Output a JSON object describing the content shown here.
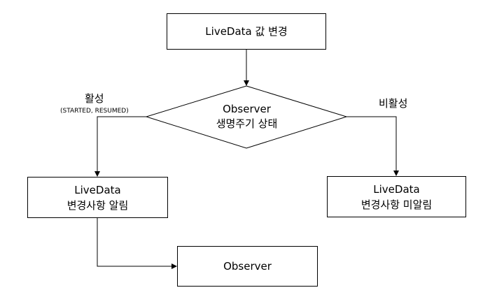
{
  "nodes": {
    "start": "LiveData 값 변경",
    "decision": "Observer\n생명주기 상태",
    "notify": "LiveData\n변경사항 알림",
    "no_notify": "LiveData\n변경사항 미알림",
    "observer": "Observer"
  },
  "edges": {
    "active_label": "활성",
    "active_detail": "(STARTED, RESUMED)",
    "inactive_label": "비활성"
  }
}
